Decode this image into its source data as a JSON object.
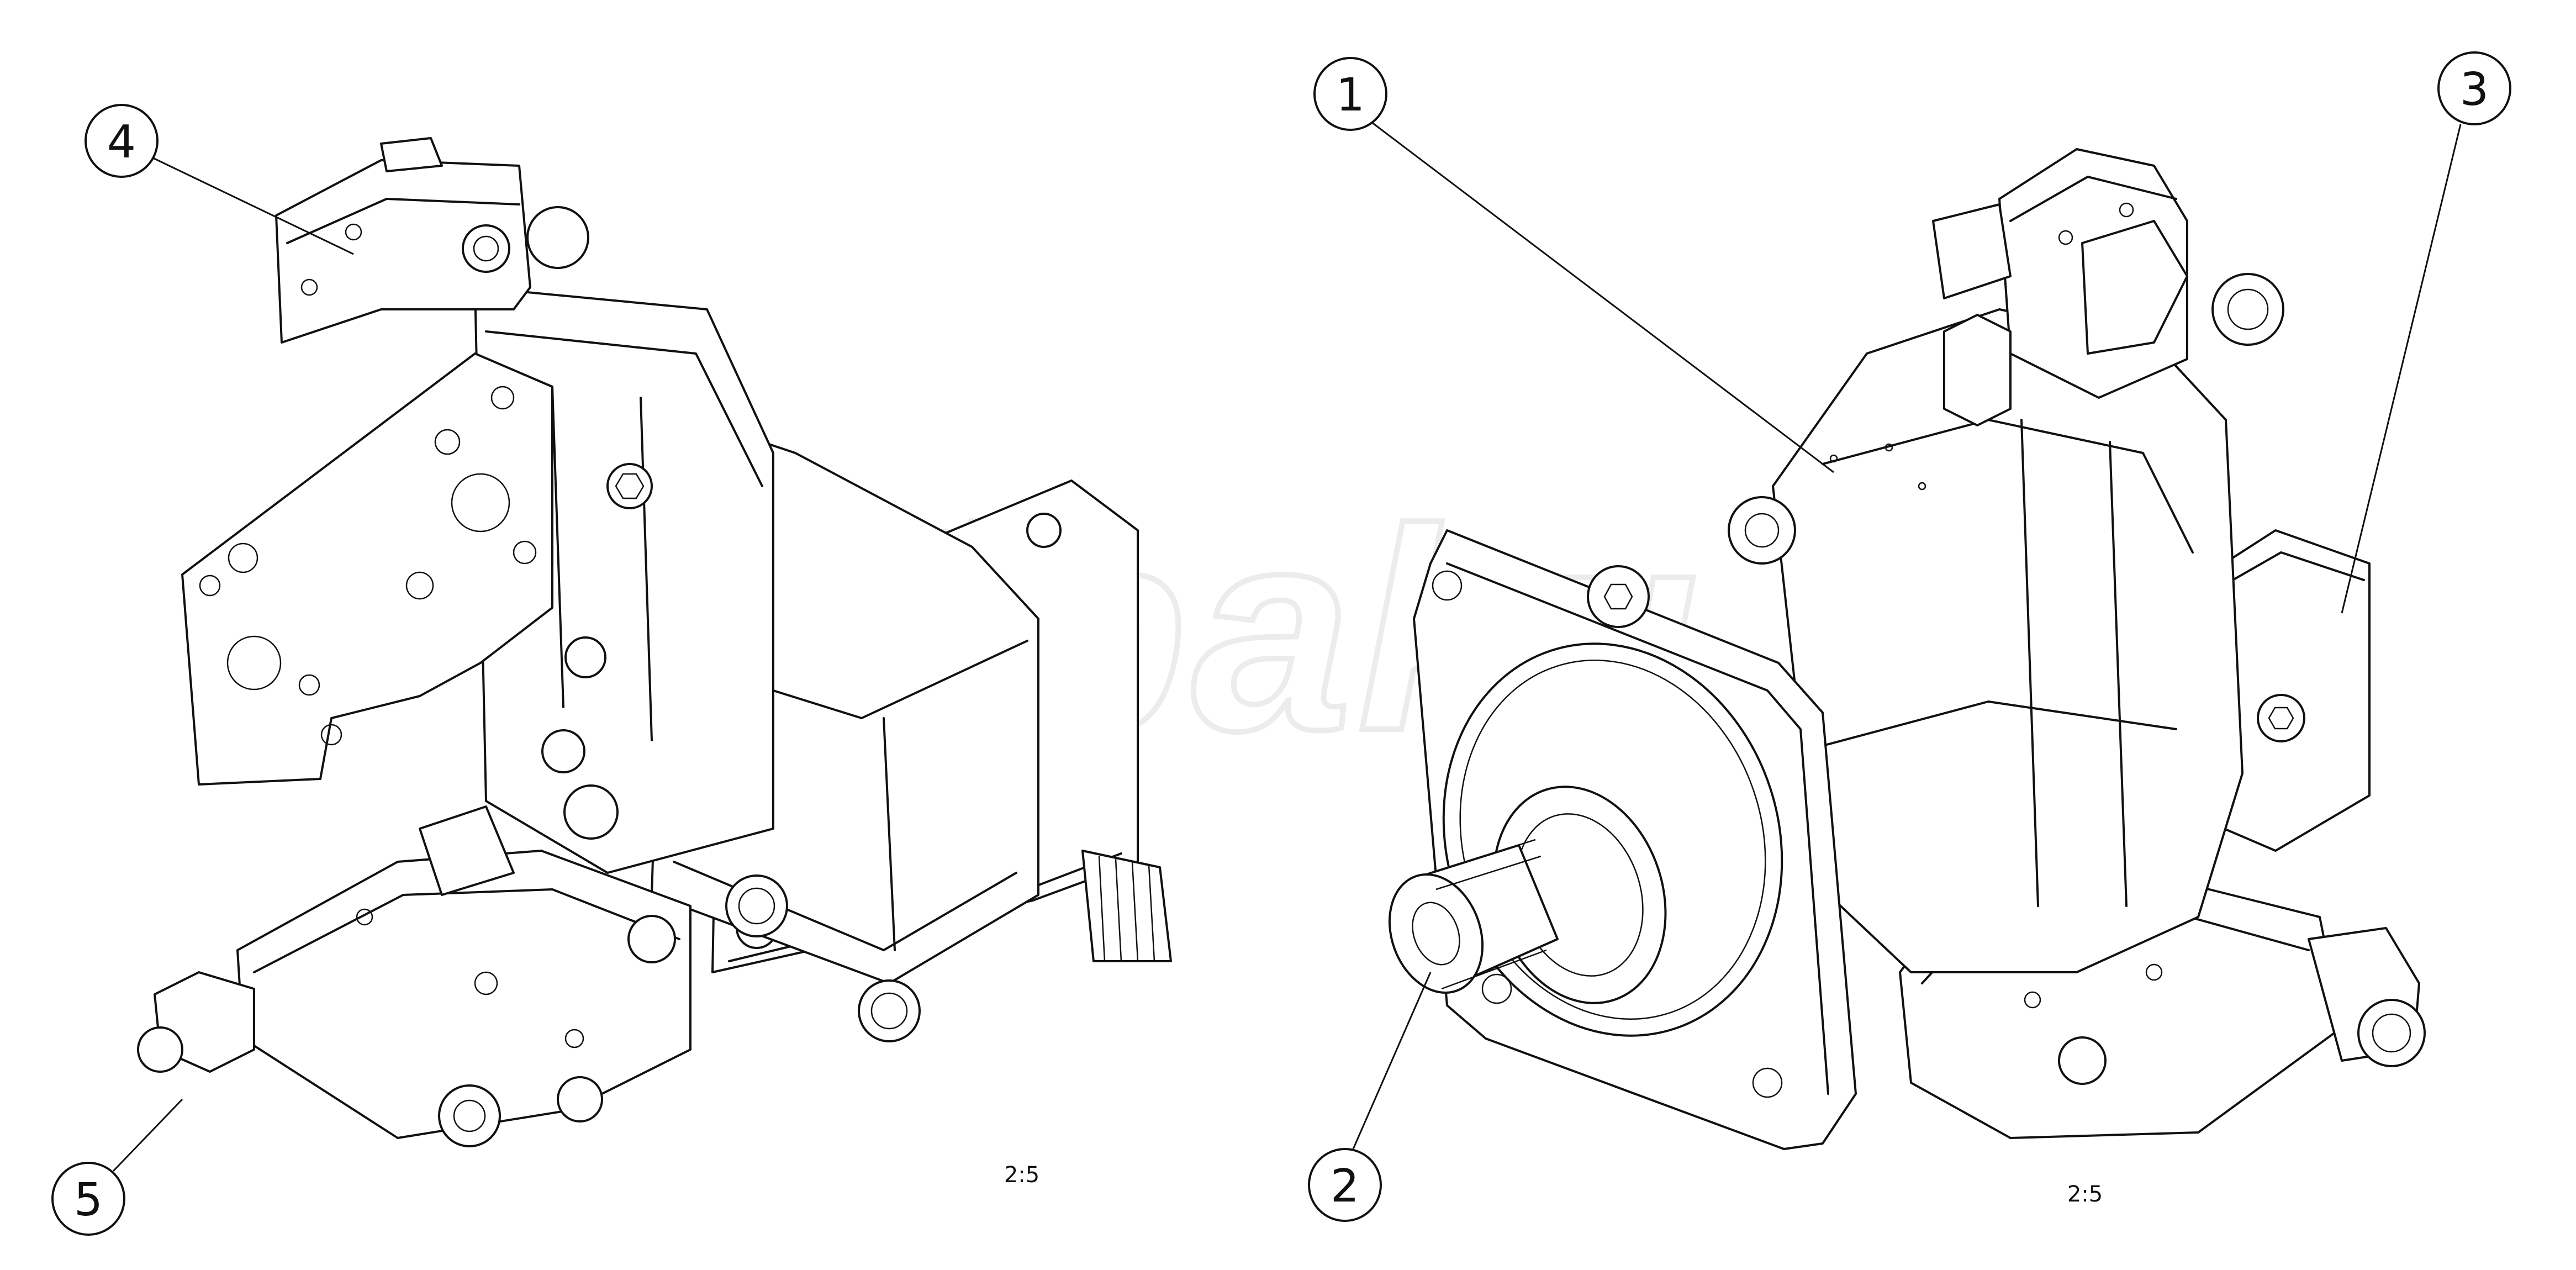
{
  "watermark": "Wibaku",
  "callouts": [
    {
      "id": "1",
      "label": "1"
    },
    {
      "id": "2",
      "label": "2"
    },
    {
      "id": "3",
      "label": "3"
    },
    {
      "id": "4",
      "label": "4"
    },
    {
      "id": "5",
      "label": "5"
    }
  ],
  "views": [
    {
      "name": "left-view",
      "scale": "2:5"
    },
    {
      "name": "right-view",
      "scale": "2:5"
    }
  ],
  "colors": {
    "line": "#111111",
    "background": "#ffffff",
    "watermark": "#ececec"
  }
}
